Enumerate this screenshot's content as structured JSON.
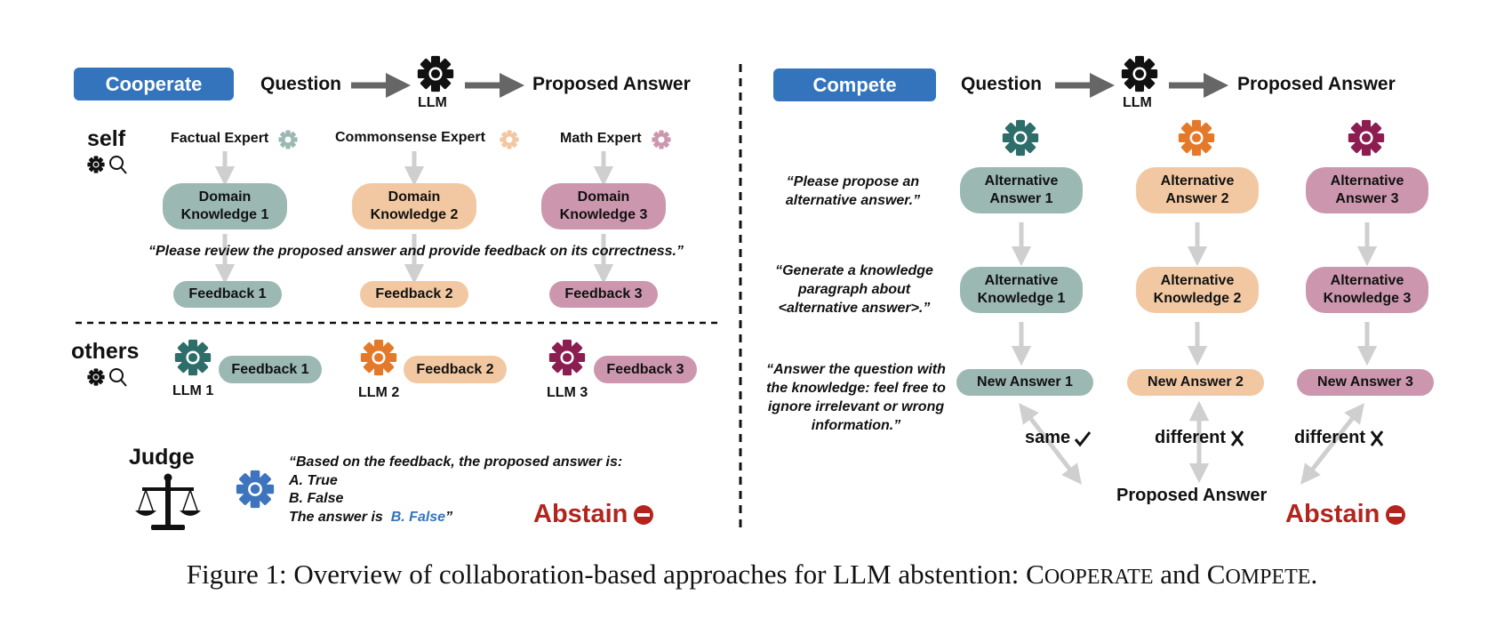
{
  "left": {
    "tag": "Cooperate",
    "question": "Question",
    "llm": "LLM",
    "proposed": "Proposed Answer",
    "self_label": "self",
    "experts": [
      "Factual Expert",
      "Commonsense Expert",
      "Math Expert"
    ],
    "knowledge": [
      "Domain Knowledge 1",
      "Domain Knowledge 2",
      "Domain Knowledge 3"
    ],
    "review_prompt": "“Please review the proposed answer and provide feedback on its correctness.”",
    "feedback": [
      "Feedback 1",
      "Feedback 2",
      "Feedback 3"
    ],
    "others_label": "others",
    "llms": [
      "LLM 1",
      "LLM 2",
      "LLM 3"
    ],
    "others_feedback": [
      "Feedback 1",
      "Feedback 2",
      "Feedback 3"
    ],
    "judge_label": "Judge",
    "judge_lines": [
      "“Based on the feedback, the proposed answer is:",
      "A. True",
      "B. False"
    ],
    "answer_prefix": "The answer is",
    "answer_value": "B. False",
    "answer_suffix": "”",
    "abstain": "Abstain"
  },
  "right": {
    "tag": "Compete",
    "question": "Question",
    "llm": "LLM",
    "proposed": "Proposed Answer",
    "prompt1": "“Please propose an alternative answer.”",
    "prompt2": "“Generate a knowledge paragraph about <alternative answer>.”",
    "prompt3": "“Answer the question with the knowledge: feel free to ignore irrelevant or wrong information.”",
    "alt_answers": [
      "Alternative Answer 1",
      "Alternative Answer 2",
      "Alternative Answer 3"
    ],
    "alt_knowledge": [
      "Alternative Knowledge 1",
      "Alternative Knowledge 2",
      "Alternative Knowledge 3"
    ],
    "new_answers": [
      "New Answer 1",
      "New Answer 2",
      "New Answer 3"
    ],
    "same": "same",
    "different": [
      "different",
      "different"
    ],
    "bottom_proposed": "Proposed Answer",
    "abstain": "Abstain"
  },
  "colors": {
    "blue": "#3374bd",
    "teal": "#2e6e6a",
    "orange": "#e5792a",
    "maroon": "#8c1d51",
    "red": "#b3241f"
  },
  "icons": [
    "gear-icon",
    "magnifier-icon",
    "scales-icon",
    "minus-circle-icon",
    "check-icon",
    "cross-icon"
  ],
  "caption": {
    "lead": "Figure 1: Overview of collaboration-based approaches for LLM abstention: ",
    "coop_first": "C",
    "coop_rest": "OOPERATE",
    "and": " and ",
    "comp_first": "C",
    "comp_rest": "OMPETE",
    "end": "."
  }
}
